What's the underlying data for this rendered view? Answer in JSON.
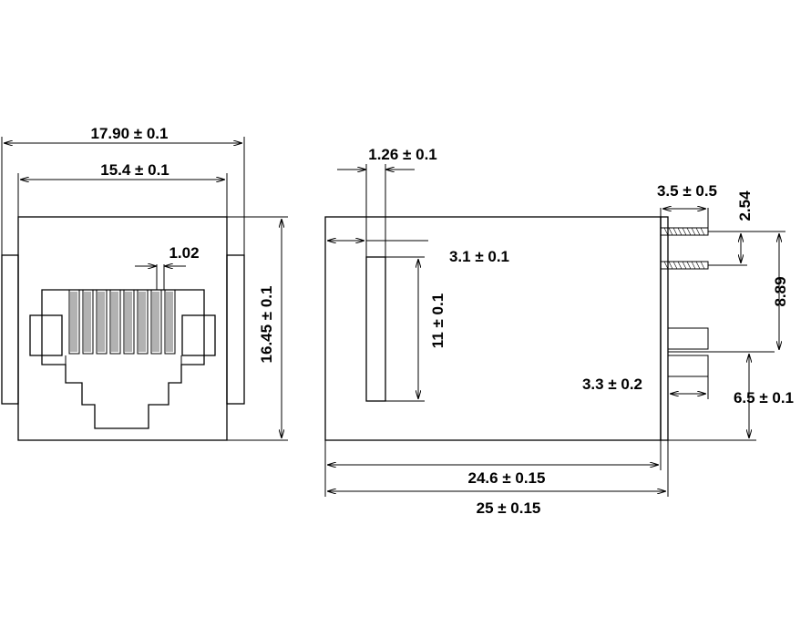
{
  "colors": {
    "line": "#000000",
    "background": "#ffffff"
  },
  "front_view": {
    "outer_width": "17.90 ± 0.1",
    "inner_width": "15.4 ± 0.1",
    "pin_pitch": "1.02",
    "height": "16.45 ± 0.1"
  },
  "side_view": {
    "wall_thickness": "1.26 ± 0.1",
    "top_offset": "3.1 ± 0.1",
    "slot_length": "11 ± 0.1",
    "lead_width": "3.5 ± 0.5",
    "lead_spacing_small": "2.54",
    "lead_spacing_large": "8.89",
    "post_length": "3.3 ± 0.2",
    "post_offset": "6.5 ± 0.1",
    "body_length_inner": "24.6 ± 0.15",
    "body_length_outer": "25 ± 0.15"
  }
}
